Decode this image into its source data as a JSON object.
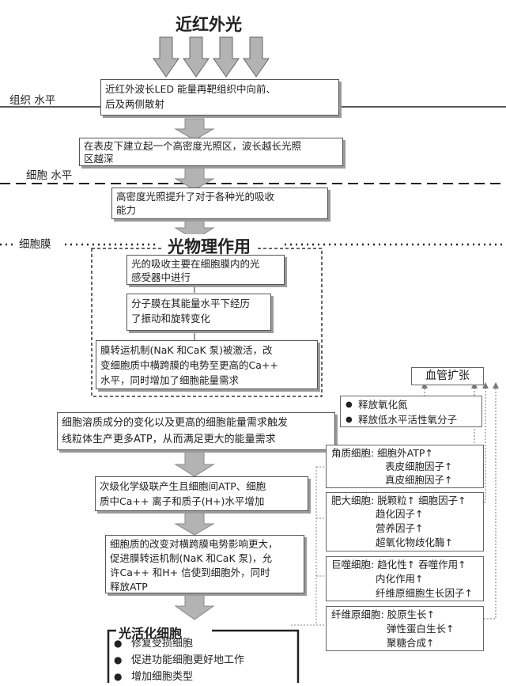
{
  "title": "近红外光",
  "levels": {
    "tissue": "组织\n水平",
    "cell": "细胞\n水平",
    "membrane": "细胞膜"
  },
  "steps": {
    "s1": "近红外波长LED 能量再靶组织中向前、\n后及两侧散射",
    "s2": "在表皮下建立起一个高密度光照区，波长越长光照\n区越深",
    "s3": "高密度光照提升了对于各种光的吸收\n能力",
    "s4": "光的吸收主要在细胞膜内的光\n感受器中进行",
    "s5": "分子膜在其能量水平下经历\n了振动和旋转变化",
    "s6": "膜转运机制(NaK 和CaK 泵)被激活，改\n变细胞质中横跨膜的电势至更高的Ca++\n水平，同时增加了细胞能量需求",
    "s7": "细胞溶质成分的变化以及更高的细胞能量需求触发\n线粒体生产更多ATP，从而满足更大的能量需求",
    "s8": "次级化学级联产生且细胞间ATP、细胞\n质中Ca++ 离子和质子(H+)水平增加",
    "s9": "细胞质的改变对横跨膜电势影响更大，\n促进膜转运机制(NaK 和CaK 泵)，允\n许Ca++ 和H+ 信使到细胞外，同时\n释放ATP"
  },
  "photophysics": "光物理作用",
  "vascular": "血管扩张",
  "vascular_effects": [
    "释放氧化氮",
    "释放低水平活性氧分子"
  ],
  "cells": [
    {
      "rows": [
        "角质细胞: 细胞外ATP↑",
        "表皮细胞因子↑",
        "真皮细胞因子↑"
      ]
    },
    {
      "rows": [
        "肥大细胞: 脱颗粒↑  细胞因子↑",
        "趋化因子↑",
        "营养因子↑",
        "超氧化物歧化酶↑"
      ]
    },
    {
      "rows": [
        "巨噬细胞: 趋化性↑  吞噬作用↑",
        "内化作用↑",
        "纤维原细胞生长因子↑"
      ]
    },
    {
      "rows": [
        "纤维原细胞: 胶原生长↑",
        "弹性蛋白生长↑",
        "聚糖合成↑"
      ]
    }
  ],
  "activated": {
    "title": "光活化细胞",
    "items": [
      "修复受损细胞",
      "促进功能细胞更好地工作",
      "增加细胞类型"
    ]
  }
}
